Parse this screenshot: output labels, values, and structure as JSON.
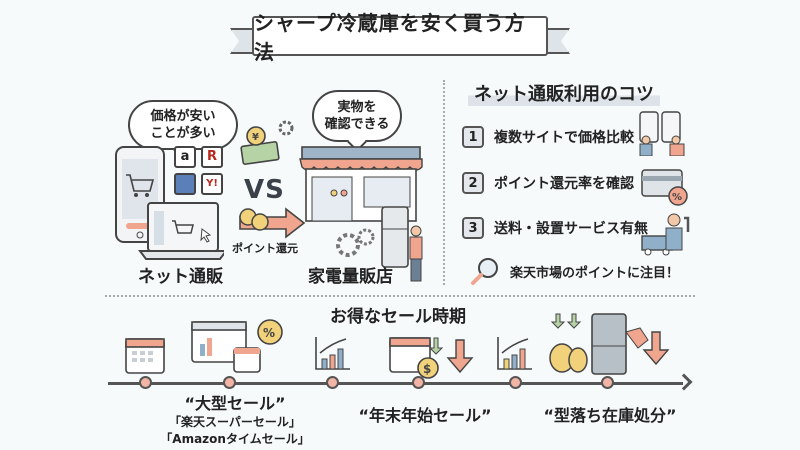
{
  "title": "シャープ冷蔵庫を安く買う方法",
  "comparison": {
    "online": {
      "bubble": [
        "価格が安い",
        "ことが多い"
      ],
      "label": "ネット通販",
      "logos": [
        "amazon-logo",
        "rakuten-logo",
        "shopping-logo",
        "yahoo-logo"
      ],
      "logo_text": [
        "a",
        "R",
        "",
        "Y!"
      ]
    },
    "vs_label": "VS",
    "point_label": "ポイント還元",
    "store": {
      "bubble": [
        "実物を",
        "確認できる"
      ],
      "label": "家電量販店"
    }
  },
  "tips": {
    "title": "ネット通販利用のコツ",
    "items": [
      {
        "num": "1",
        "text": "複数サイトで価格比較"
      },
      {
        "num": "2",
        "text": "ポイント還元率を確認"
      },
      {
        "num": "3",
        "text": "送料・設置サービス有無"
      }
    ],
    "highlight": "楽天市場のポイントに注目！"
  },
  "sales": {
    "title": "お得なセール時期",
    "items": [
      {
        "label": "“大型セール”",
        "sub": [
          "「楽天スーパーセール」",
          "「Amazonタイムセール」"
        ]
      },
      {
        "label": "“年末年始セール”"
      },
      {
        "label": "“型落ち在庫処分”"
      }
    ]
  },
  "colors": {
    "accent": "#f0a58f",
    "outline": "#444444",
    "background": "#f6fafb",
    "blue": "#8fb0c8"
  }
}
